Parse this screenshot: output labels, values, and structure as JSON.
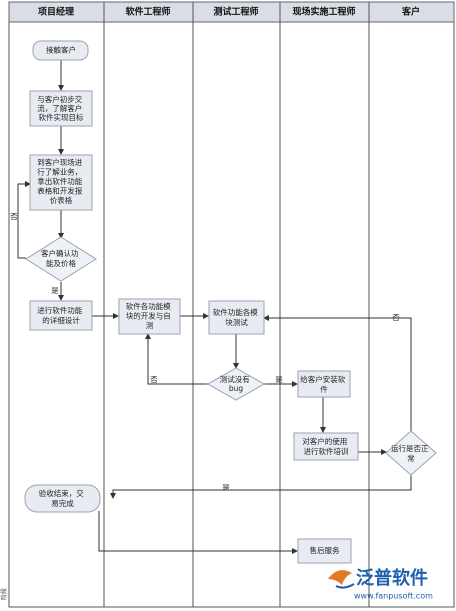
{
  "lanes": [
    {
      "id": "pm",
      "label": "项目经理"
    },
    {
      "id": "se",
      "label": "软件工程师"
    },
    {
      "id": "te",
      "label": "测试工程师"
    },
    {
      "id": "fe",
      "label": "现场实施工程师"
    },
    {
      "id": "cu",
      "label": "客户"
    }
  ],
  "nodes": {
    "contact": "接触客户",
    "communicate": [
      "与客户初步交",
      "流，了解客户",
      "软件实现目标"
    ],
    "onsite": [
      "到客户现场进",
      "行了解业务，",
      "拿出软件功能",
      "表格和开发报",
      "价表格"
    ],
    "confirm": [
      "客户确认功",
      "能及价格"
    ],
    "design": [
      "进行软件功能",
      "的详细设计"
    ],
    "develop": [
      "软件各功能模",
      "块的开发与自",
      "测"
    ],
    "test": [
      "软件功能各模",
      "块测试"
    ],
    "bugcheck": [
      "测试没有",
      "bug"
    ],
    "install": [
      "给客户安装软",
      "件"
    ],
    "train": [
      "对客户的使用",
      "进行软件培训"
    ],
    "runok": [
      "运行是否正",
      "常"
    ],
    "accept": [
      "验收结束，交",
      "易完成"
    ],
    "aftersales": "售后服务"
  },
  "edge_labels": {
    "confirm_no": "否",
    "confirm_yes": "是",
    "bug_no": "否",
    "bug_yes": "是",
    "run_no": "否",
    "run_yes": "是"
  },
  "side_label": "阶段",
  "watermark": {
    "brand": "泛普软件",
    "url": "www.fanpusoft.com",
    "color": "#1e5fb0"
  }
}
